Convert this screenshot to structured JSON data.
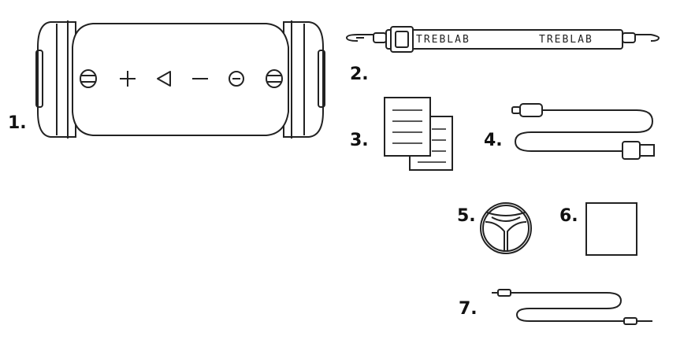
{
  "items": [
    {
      "number": "1.",
      "name": "speaker"
    },
    {
      "number": "2.",
      "name": "carrying-strap"
    },
    {
      "number": "3.",
      "name": "documentation"
    },
    {
      "number": "4.",
      "name": "usb-c-cable"
    },
    {
      "number": "5.",
      "name": "treblab-badge"
    },
    {
      "number": "6.",
      "name": "cleaning-cloth"
    },
    {
      "number": "7.",
      "name": "aux-cable"
    }
  ],
  "strap": {
    "brand_left": "TREBLAB",
    "brand_right": "TREBLAB"
  },
  "speaker": {
    "buttons": [
      "plus-icon",
      "play-triangle-icon",
      "minus-icon",
      "power-icon"
    ]
  }
}
